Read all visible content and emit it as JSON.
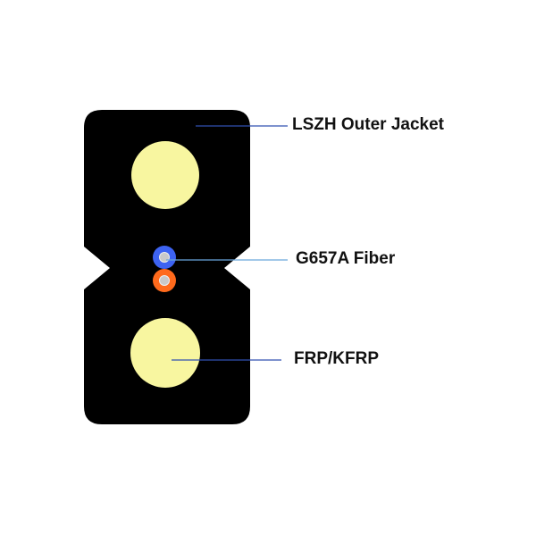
{
  "labels": {
    "jacket": "LSZH Outer Jacket",
    "fiber": "G657A Fiber",
    "strength": "FRP/KFRP"
  },
  "colors": {
    "jacket": "#000000",
    "strength_member": "#f8f6a0",
    "fiber_blue": "#3d63f2",
    "fiber_orange": "#ff6a1c",
    "fiber_core": "#c9c9c9",
    "leader_jacket": "#3050b0",
    "leader_fiber": "#6aa6dc",
    "leader_strength": "#3050b0"
  }
}
